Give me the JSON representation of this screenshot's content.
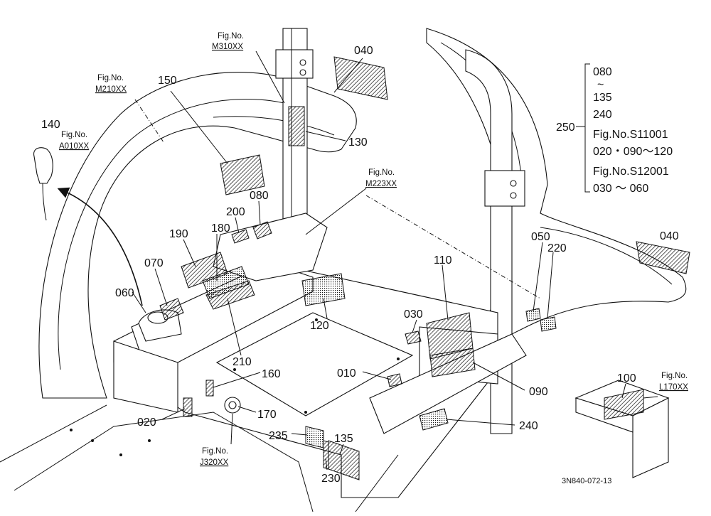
{
  "callouts": {
    "c140": "140",
    "c150": "150",
    "c040a": "040",
    "c130": "130",
    "c080": "080",
    "c200": "200",
    "c190": "190",
    "c180": "180",
    "c070": "070",
    "c060": "060",
    "c120": "120",
    "c110": "110",
    "c050": "050",
    "c220": "220",
    "c040b": "040",
    "c030": "030",
    "c210": "210",
    "c160": "160",
    "c010": "010",
    "c090": "090",
    "c020": "020",
    "c170": "170",
    "c235": "235",
    "c135": "135",
    "c240": "240",
    "c230": "230",
    "c100": "100",
    "c250": "250"
  },
  "fig_refs": {
    "m310": {
      "line1": "Fig.No.",
      "line2": "M310XX"
    },
    "m210": {
      "line1": "Fig.No.",
      "line2": "M210XX"
    },
    "a010": {
      "line1": "Fig.No.",
      "line2": "A010XX"
    },
    "m223": {
      "line1": "Fig.No.",
      "line2": "M223XX"
    },
    "j320": {
      "line1": "Fig.No.",
      "line2": "J320XX"
    },
    "l170": {
      "line1": "Fig.No.",
      "line2": "L170XX"
    }
  },
  "bracket_250": [
    "080",
    "~",
    "135",
    "240",
    "Fig.No.S11001",
    "020・090～120",
    "Fig.No.S12001",
    "030 ～ 060"
  ],
  "drawing_code": "3N840-072-13"
}
